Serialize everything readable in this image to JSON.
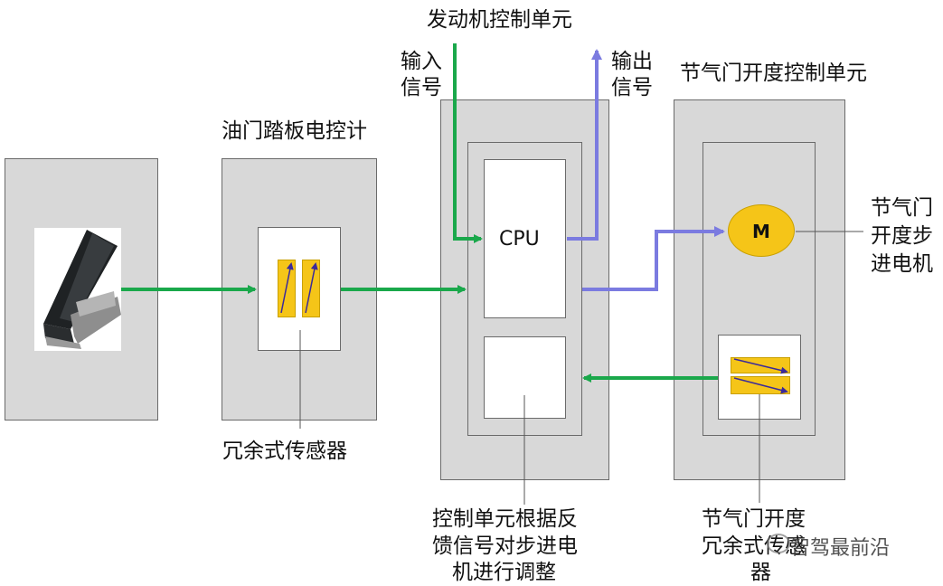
{
  "labels": {
    "engine_unit": "发动机控制单元",
    "input_signal_1": "输入",
    "input_signal_2": "信号",
    "output_signal_1": "输出",
    "output_signal_2": "信号",
    "throttle_unit": "节气门开度控制单元",
    "pedal": "油门踏板电控计",
    "redundant_sensor": "冗余式传感器",
    "stepper_motor_1": "节气门",
    "stepper_motor_2": "开度步",
    "stepper_motor_3": "进电机",
    "feedback_1": "控制单元根据反",
    "feedback_2": "馈信号对步进电",
    "feedback_3": "机进行调整",
    "throttle_sensor_1": "节气门开度",
    "throttle_sensor_2": "冗余式传感",
    "throttle_sensor_3": "器",
    "cpu": "CPU",
    "motor": "M",
    "watermark": "智驾最前沿"
  },
  "colors": {
    "box_fill": "#d8d8d8",
    "green_arrow": "#1aa84b",
    "blue_arrow": "#7b7be0",
    "sensor_yellow": "#f5c518",
    "motor_yellow": "#f5c518"
  }
}
